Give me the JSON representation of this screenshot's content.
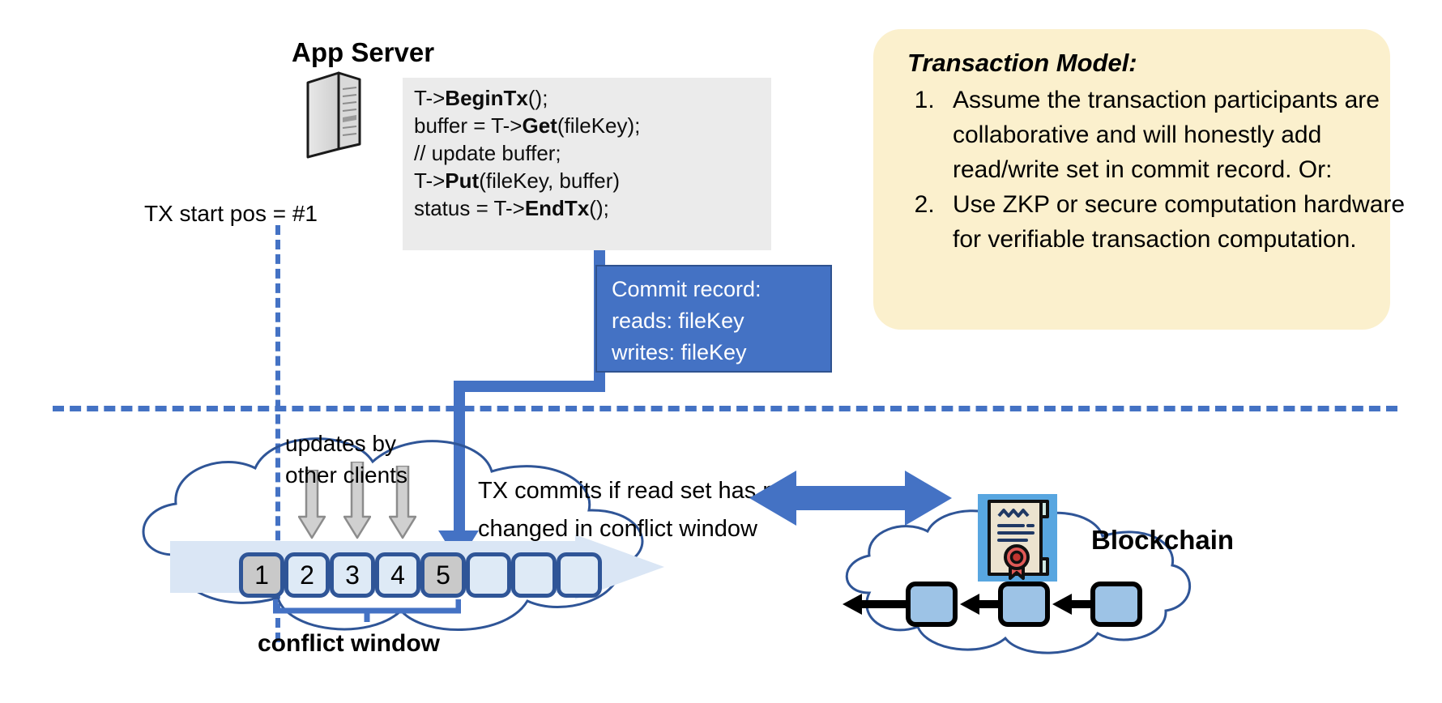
{
  "app_server": {
    "title": "App Server",
    "icon": "server-icon",
    "code_lines": [
      {
        "pre": "T->",
        "bold": "BeginTx",
        "post": "();"
      },
      {
        "pre": "buffer = T->",
        "bold": "Get",
        "post": "(fileKey);"
      },
      {
        "pre": "// update buffer;",
        "bold": "",
        "post": ""
      },
      {
        "pre": "T->",
        "bold": "Put",
        "post": "(fileKey, buffer)"
      },
      {
        "pre": "status = T->",
        "bold": "EndTx",
        "post": "();"
      }
    ]
  },
  "tx_start": {
    "label": "TX start pos = #1"
  },
  "commit_record": {
    "lines": [
      "Commit record:",
      "reads: fileKey",
      "writes: fileKey"
    ]
  },
  "transaction_model": {
    "title": "Transaction Model:",
    "items": [
      "Assume the transaction participants are collaborative and will honestly add read/write set in commit record.  Or:",
      "Use ZKP or secure computation hardware for verifiable transaction computation."
    ]
  },
  "log": {
    "updates_label_line1": "updates by",
    "updates_label_line2": "other clients",
    "commit_note_line1": "TX commits if read set has not",
    "commit_note_line2": "changed in conflict window",
    "conflict_window_label": "conflict window",
    "blocks": [
      {
        "label": "1",
        "filled": true
      },
      {
        "label": "2",
        "filled": false
      },
      {
        "label": "3",
        "filled": false
      },
      {
        "label": "4",
        "filled": false
      },
      {
        "label": "5",
        "filled": true
      },
      {
        "label": "",
        "filled": false
      },
      {
        "label": "",
        "filled": false
      },
      {
        "label": "",
        "filled": false
      }
    ]
  },
  "blockchain": {
    "label": "Blockchain",
    "certificate_icon": "certificate-icon",
    "chain_block_count": 3
  },
  "colors": {
    "accent_blue": "#4472c4",
    "dark_blue": "#2f5597",
    "light_blue_block": "#deeaf6",
    "filled_block_grey": "#c9c9c9",
    "card_yellow": "#fbf0cd",
    "code_grey": "#ebebeb",
    "chain_blue": "#9dc3e6",
    "cert_bg_blue": "#58a6e0",
    "seal_red": "#d1443f"
  }
}
